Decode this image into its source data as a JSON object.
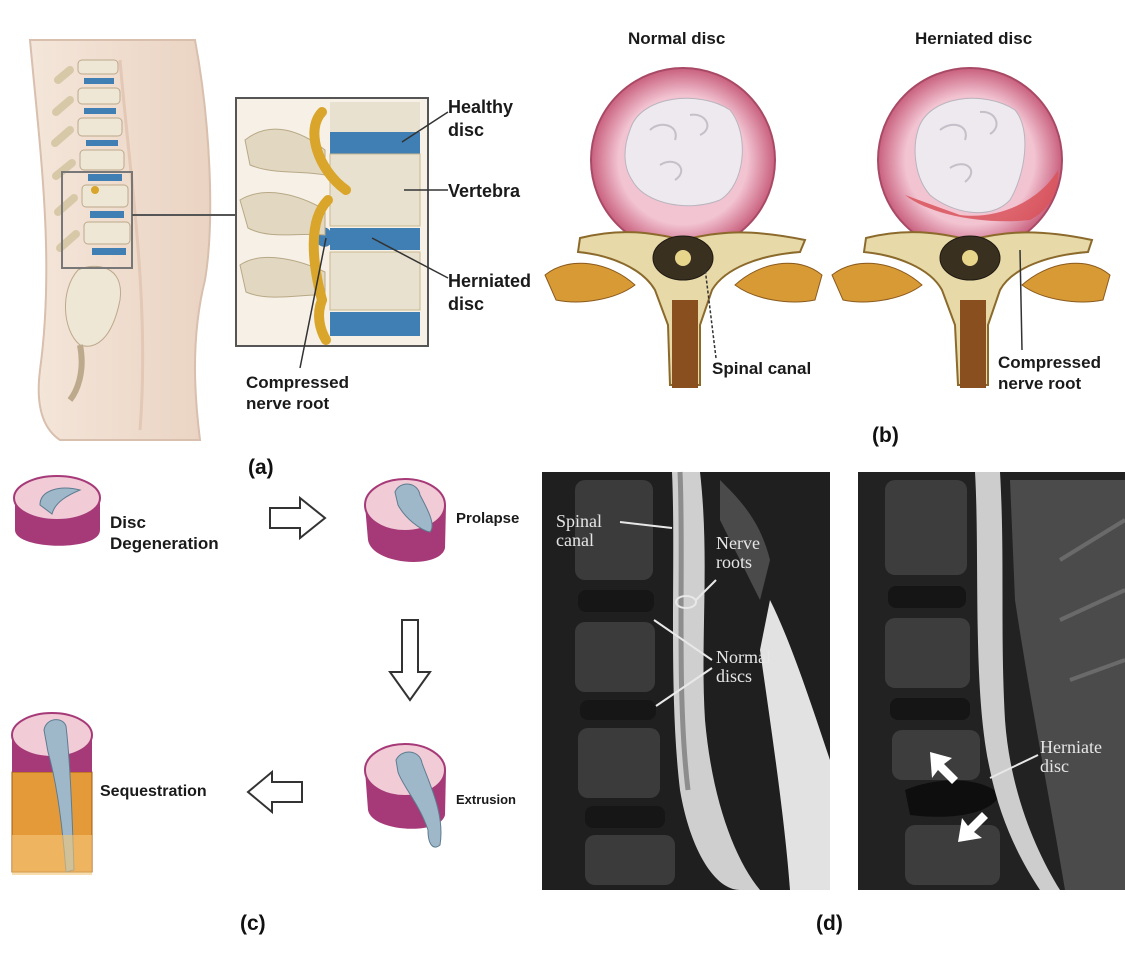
{
  "panel_a": {
    "tag": "(a)",
    "labels": {
      "healthy_disc": "Healthy\ndisc",
      "vertebra": "Vertebra",
      "herniated_disc": "Herniated\ndisc",
      "compressed_nerve_root": "Compressed\nnerve root"
    }
  },
  "panel_b": {
    "tag": "(b)",
    "normal_title": "Normal disc",
    "herniated_title": "Herniated disc",
    "spinal_canal": "Spinal canal",
    "compressed_nerve_root": "Compressed\nnerve root"
  },
  "panel_c": {
    "tag": "(c)",
    "stages": {
      "degeneration": "Disc\nDegeneration",
      "prolapse": "Prolapse",
      "extrusion": "Extrusion",
      "sequestration": "Sequestration"
    }
  },
  "panel_d": {
    "tag": "(d)",
    "spinal_canal": "Spinal\ncanal",
    "nerve_roots": "Nerve\nroots",
    "normal_discs": "Normal\ndiscs",
    "herniate_disc": "Herniate\ndisc"
  },
  "colors": {
    "disc_blue": "#3f7fb3",
    "disc_pink": "#e9a3b8",
    "nucleus": "#e8e4ea",
    "bone": "#e4dccb",
    "bone_shadow": "#c9b98f",
    "nerve_gold": "#d9a52a",
    "herniation_red": "#d9545a",
    "mri_dark": "#1e1e1e"
  }
}
